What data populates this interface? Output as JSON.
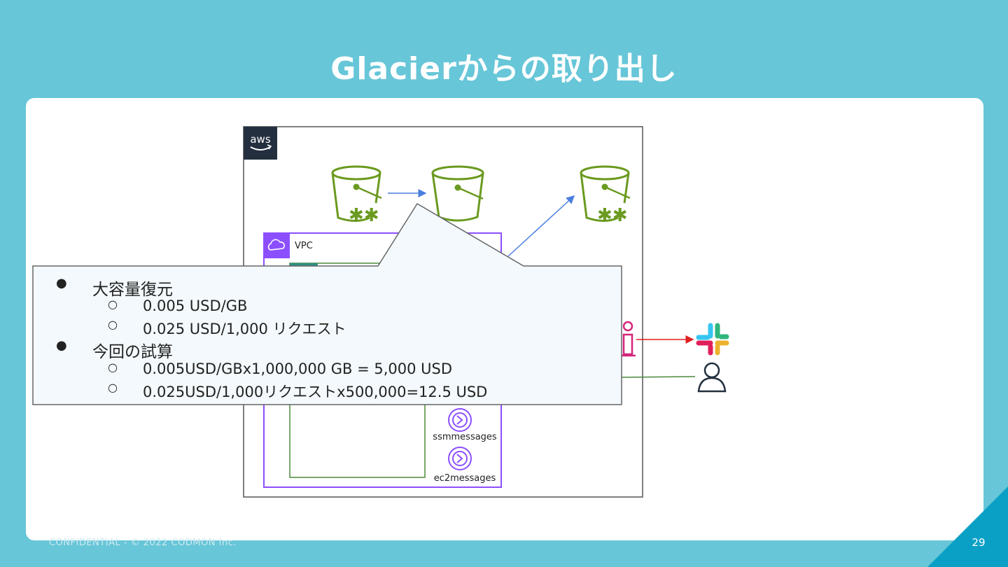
{
  "slide": {
    "title": "Glacierからの取り出し",
    "footer": "CONFIDENTIAL - © 2022 CODMON Inc.",
    "page_number": "29"
  },
  "diagram": {
    "aws_logo": "aws",
    "vpc_label": "VPC",
    "endpoint_labels": [
      "ssmmessages",
      "ec2messages"
    ],
    "colors": {
      "s3_green": "#6a9a1f",
      "vpc_purple": "#8c4fff",
      "subnet_green": "#4b8a3b",
      "arrow_blue": "#4a7ee0",
      "arrow_red": "#e02020",
      "sns_pink": "#d6257a",
      "aws_dark": "#232f3e"
    }
  },
  "callout": {
    "items": [
      {
        "text": "大容量復元",
        "sub": [
          "0.005 USD/GB",
          "0.025 USD/1,000 リクエスト"
        ]
      },
      {
        "text": "今回の試算",
        "sub": [
          "0.005USD/GBx1,000,000 GB = 5,000 USD",
          "0.025USD/1,000リクエストx500,000=12.5 USD"
        ]
      }
    ]
  }
}
